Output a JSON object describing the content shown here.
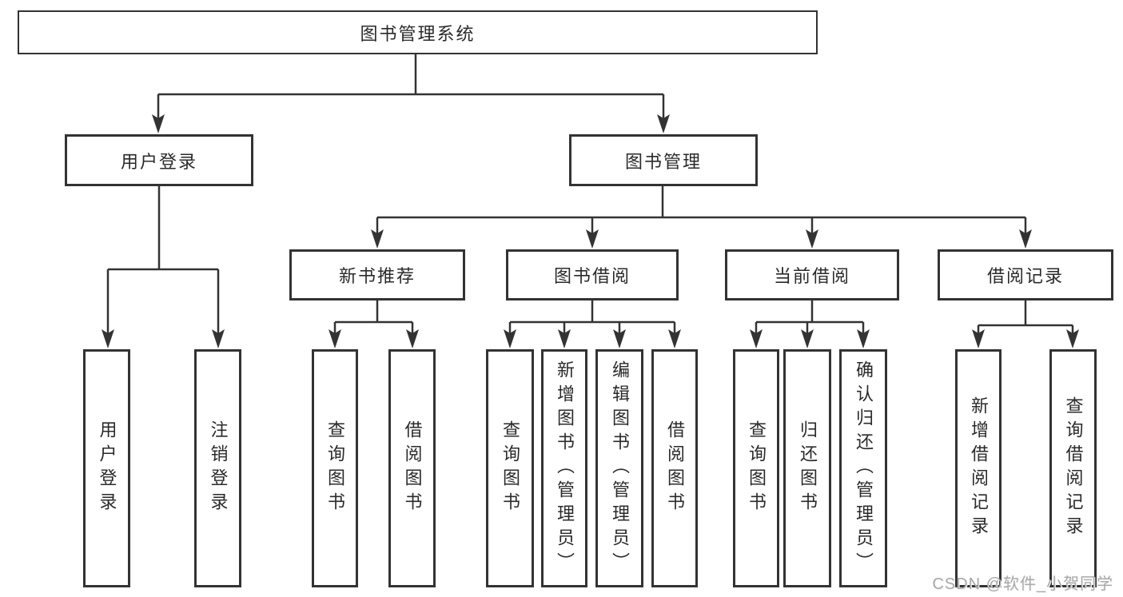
{
  "diagram": {
    "root": "图书管理系统",
    "level2": [
      "用户登录",
      "图书管理"
    ],
    "modules": [
      "新书推荐",
      "图书借阅",
      "当前借阅",
      "借阅记录"
    ],
    "leaves": [
      "用户登录",
      "注销登录",
      "查询图书",
      "借阅图书",
      "查询图书",
      "新增图书（管理员）",
      "编辑图书（管理员）",
      "借阅图书",
      "查询图书",
      "归还图书",
      "确认归还（管理员）",
      "新增借阅记录",
      "查询借阅记录"
    ]
  },
  "watermark": "CSDN @软件_小贺同学",
  "colors": {
    "line": "#333333",
    "text": "#2a2a2a",
    "watermark": "#a9a9a9",
    "background": "#ffffff"
  }
}
